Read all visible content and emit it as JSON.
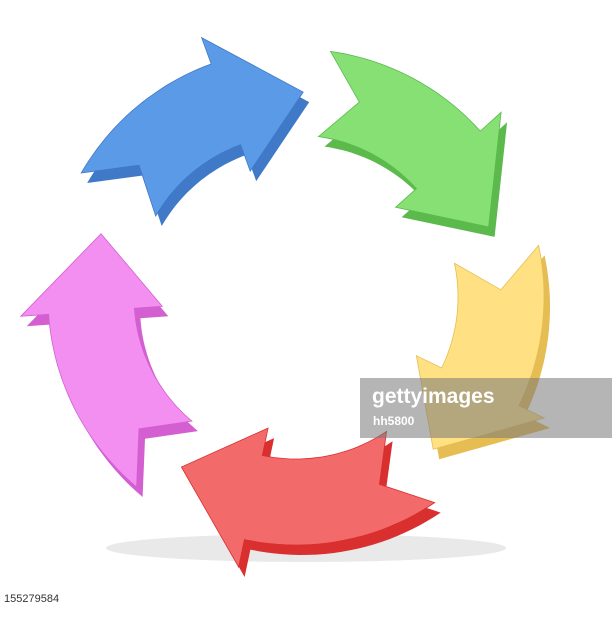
{
  "diagram": {
    "arrows": [
      {
        "name": "blue",
        "color": "#5a9ae6",
        "side": "#3f79c7"
      },
      {
        "name": "green",
        "color": "#86e074",
        "side": "#5cba4d"
      },
      {
        "name": "yellow",
        "color": "#ffe083",
        "side": "#e6bd52"
      },
      {
        "name": "red",
        "color": "#f26a6a",
        "side": "#d92f2f"
      },
      {
        "name": "pink",
        "color": "#f28ff0",
        "side": "#d35fd1"
      }
    ],
    "direction": "clockwise"
  },
  "watermark": {
    "brand": "gettyimages",
    "credit": "hh5800"
  },
  "stock_id": "155279584"
}
